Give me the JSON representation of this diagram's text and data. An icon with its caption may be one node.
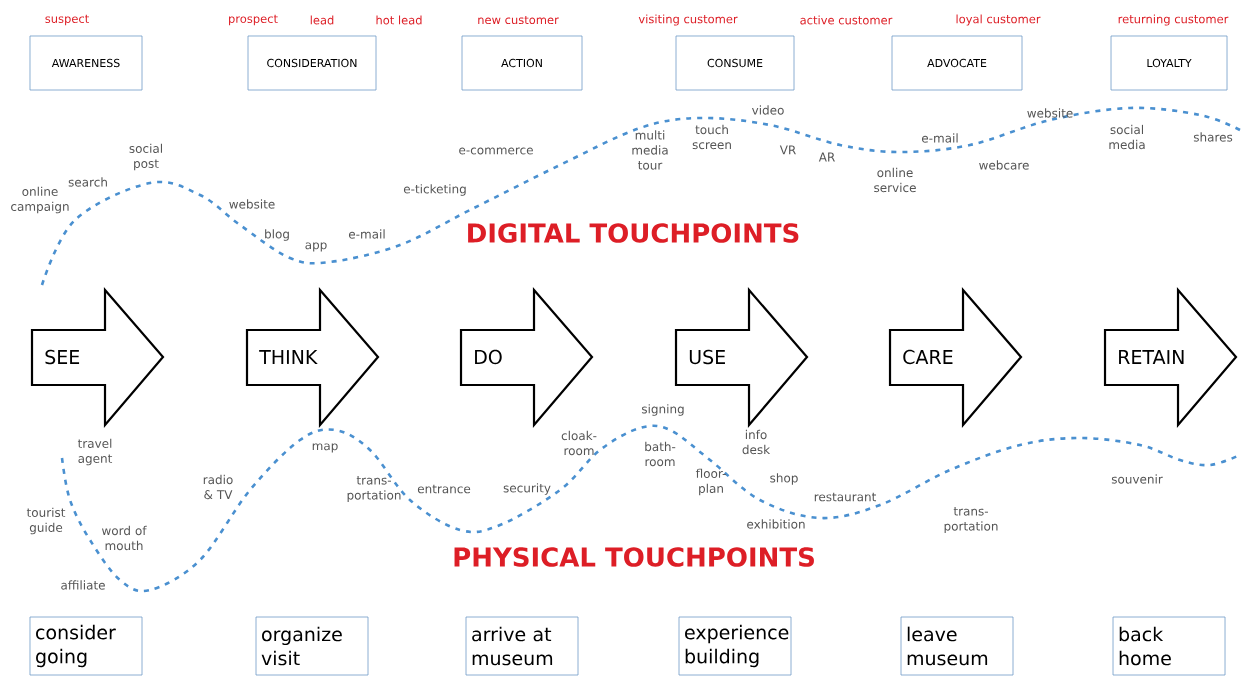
{
  "diagram": {
    "nodes": [
      {
        "text": [
          "AWARENESS"
        ],
        "beside": [
          "suspect"
        ]
      },
      {
        "text": [
          "CONSIDERATION"
        ],
        "beside": [
          "prospect",
          "lead",
          "hot lead"
        ]
      },
      {
        "text": [
          "ACTION"
        ],
        "beside": [
          "new customer"
        ]
      },
      {
        "text": [
          "CONSUME"
        ],
        "beside": [
          "visiting customer",
          "active customer"
        ]
      },
      {
        "text": [
          "ADVOCATE"
        ],
        "beside": [
          "loyal customer"
        ]
      },
      {
        "text": [
          "LOYALTY"
        ],
        "beside": [
          "returning customer"
        ]
      },
      {
        "text": [
          "SEE"
        ]
      },
      {
        "text": [
          "THINK"
        ]
      },
      {
        "text": [
          "DO"
        ]
      },
      {
        "text": [
          "USE"
        ]
      },
      {
        "text": [
          "CARE"
        ]
      },
      {
        "text": [
          "RETAIN"
        ]
      },
      {
        "text": [
          "consider going"
        ]
      },
      {
        "text": [
          "organize visit"
        ]
      },
      {
        "text": [
          "arrive at museum"
        ]
      },
      {
        "text": [
          "experience building"
        ]
      },
      {
        "text": [
          "leave museum"
        ]
      },
      {
        "text": [
          "back home"
        ]
      }
    ],
    "labels": [
      "online campaign",
      "search",
      "social post",
      "website",
      "blog",
      "app",
      "e-mail",
      "e-ticketing",
      "e-commerce",
      "multi media tour",
      "touch screen",
      "video",
      "VR",
      "AR",
      "online service",
      "e-mail",
      "webcare",
      "website",
      "social media",
      "shares",
      "DIGITAL TOUCHPOINTS",
      "travel agent",
      "tourist guide",
      "word of mouth",
      "affiliate",
      "radio & TV",
      "map",
      "trans-portation",
      "entrance",
      "security",
      "cloak-room",
      "signing",
      "bath-room",
      "floor-plan",
      "info desk",
      "shop",
      "restaurant",
      "exhibition",
      "trans-portation",
      "souvenir",
      "PHYSICAL TOUCHPOINTS"
    ]
  }
}
